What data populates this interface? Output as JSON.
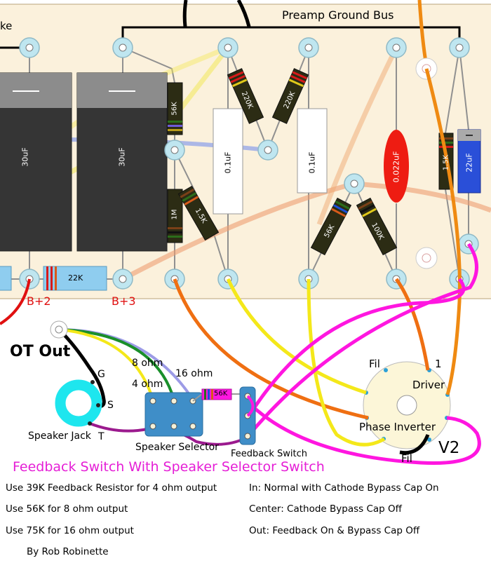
{
  "board": {
    "ground_bus_label": "Preamp Ground Bus",
    "edge_label_fragment": "ke",
    "node_b2": "B+2",
    "node_b3": "B+3"
  },
  "components": {
    "cap_30uf_a": "30uF",
    "cap_30uf_b": "30uF",
    "cap_01uf_a": "0.1uF",
    "cap_01uf_b": "0.1uF",
    "cap_0022uf": "0.022uF",
    "cap_22uf": "22uF",
    "res_56k_top": "56K",
    "res_1m": "1M",
    "res_15k_mid": "1.5K",
    "res_220k_a": "220K",
    "res_220k_b": "220K",
    "res_56k_mid": "56K",
    "res_100k": "100K",
    "res_15k_right": "1.5K",
    "res_22k": "22K",
    "res_56k_feedback": "56K"
  },
  "wiring": {
    "ot_out": "OT Out",
    "ohm_8": "8 ohm",
    "ohm_4": "4 ohm",
    "ohm_16": "16 ohm",
    "jack_g": "G",
    "jack_s": "S",
    "jack_t": "T",
    "speaker_jack": "Speaker Jack",
    "speaker_selector": "Speaker Selector",
    "feedback_switch": "Feedback Switch",
    "tube_fil_top": "Fil",
    "tube_pin_1": "1",
    "tube_driver": "Driver",
    "tube_phase_inverter": "Phase Inverter",
    "tube_fil_bottom": "Fil",
    "tube_v2": "V2"
  },
  "heading": "Feedback Switch With Speaker Selector Switch",
  "notes_left": [
    "Use 39K Feedback Resistor for 4 ohm output",
    "Use 56K for 8 ohm output",
    "Use 75K for 16 ohm output"
  ],
  "notes_right": [
    "In: Normal with Cathode Bypass Cap On",
    "Center: Cathode Bypass Cap Off",
    "Out: Feedback On & Bypass Cap Off"
  ],
  "author": "By Rob Robinette",
  "colors": {
    "board": "#fbf1dc",
    "eyelet": "#bfe6f0",
    "filter_cap": "#353535",
    "electrolytic_blue": "#2a4fd8",
    "orange_drop": "#ee1c12",
    "magenta_wire": "#ff16e0",
    "orange_wire": "#ef6f12",
    "yellow_wire": "#f4e81a",
    "green_wire": "#1a8f2a",
    "lavender_wire": "#9c9be6",
    "selector_switch": "#3f8ec8",
    "tube_socket": "#fcf6d8",
    "heading_text": "#e51ed6"
  }
}
